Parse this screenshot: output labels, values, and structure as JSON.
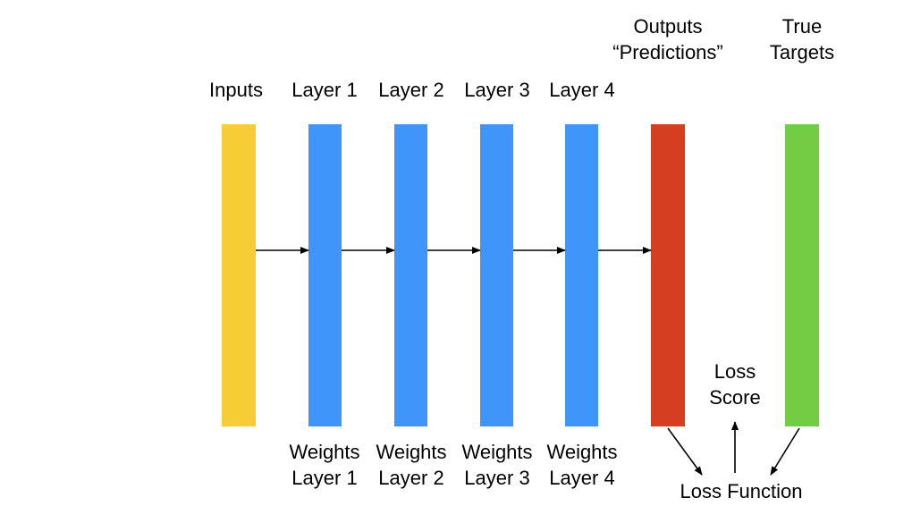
{
  "labels": {
    "inputs": "Inputs",
    "layer1": "Layer 1",
    "layer2": "Layer 2",
    "layer3": "Layer 3",
    "layer4": "Layer 4",
    "outputs": [
      "Outputs",
      "“Predictions”"
    ],
    "true_targets": [
      "True",
      "Targets"
    ],
    "weights1": [
      "Weights",
      "Layer 1"
    ],
    "weights2": [
      "Weights",
      "Layer 2"
    ],
    "weights3": [
      "Weights",
      "Layer 3"
    ],
    "weights4": [
      "Weights",
      "Layer 4"
    ],
    "loss_score": [
      "Loss",
      "Score"
    ],
    "loss_function": "Loss Function"
  },
  "colors": {
    "inputs": "#F7CD35",
    "layer": "#3F95FA",
    "outputs": "#D63E22",
    "targets": "#74CB44",
    "arrow": "#000000"
  }
}
